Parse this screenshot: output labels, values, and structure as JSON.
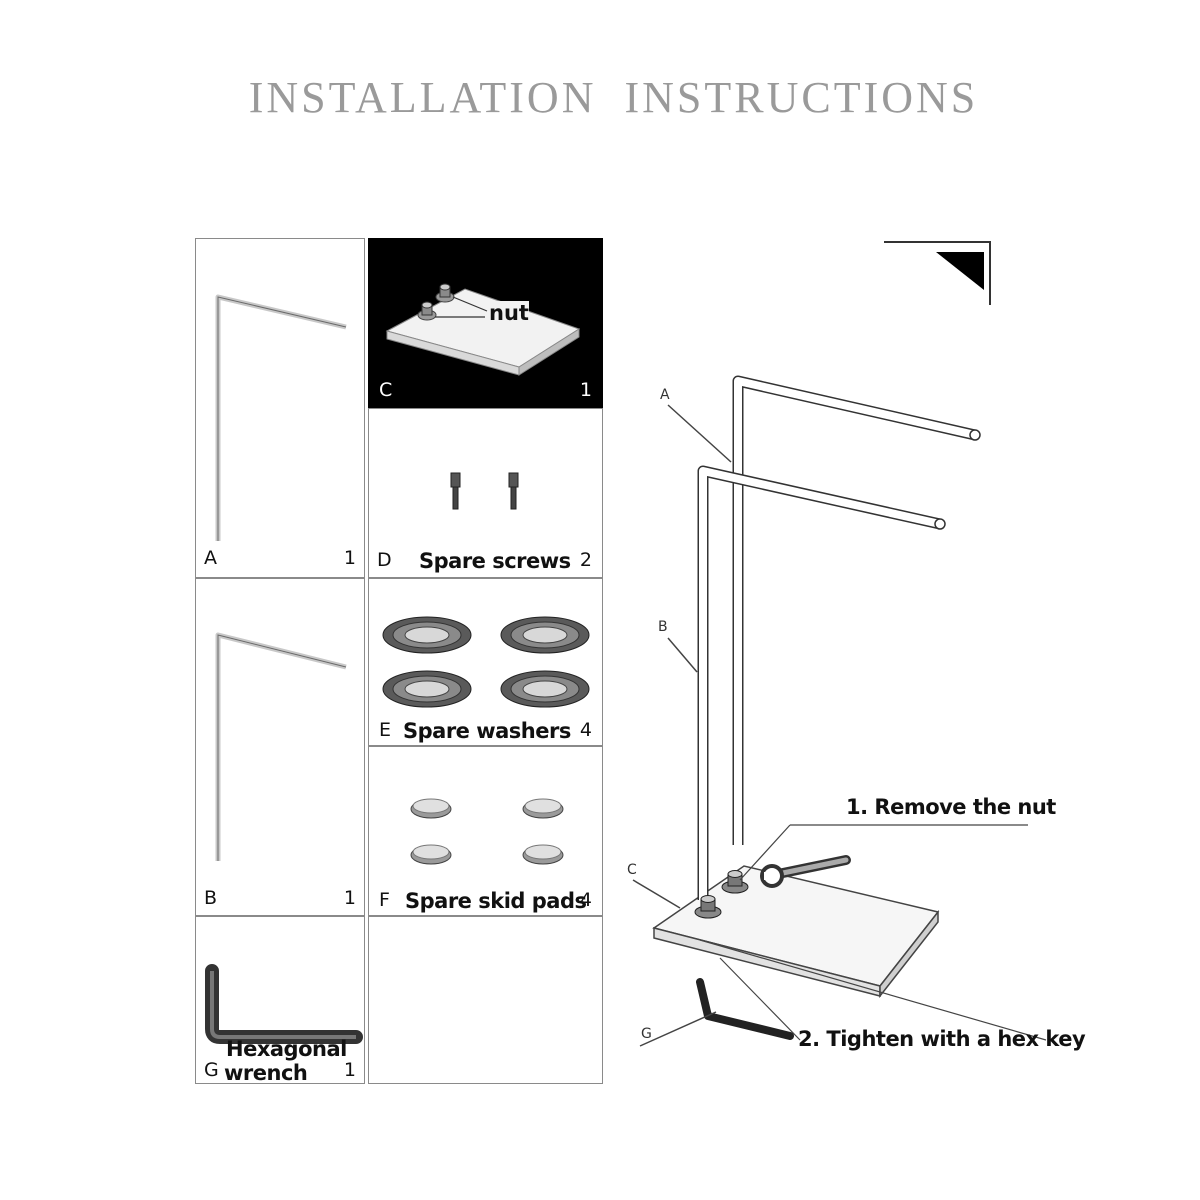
{
  "title": "INSTALLATION  INSTRUCTIONS",
  "parts": {
    "a": {
      "letter": "A",
      "qty": "1"
    },
    "b": {
      "letter": "B",
      "qty": "1"
    },
    "c": {
      "letter": "C",
      "qty": "1",
      "callout": "nut"
    },
    "d": {
      "letter": "D",
      "qty": "2",
      "caption": "Spare screws"
    },
    "e": {
      "letter": "E",
      "qty": "4",
      "caption": "Spare washers"
    },
    "f": {
      "letter": "F",
      "qty": "4",
      "caption": "Spare skid pads"
    },
    "g": {
      "letter": "G",
      "qty": "1",
      "caption_line1": "Hexagonal",
      "caption_line2": "wrench"
    }
  },
  "assembly": {
    "labels": {
      "a": "A",
      "b": "B",
      "c": "C",
      "g": "G"
    },
    "step1": "1. Remove the nut",
    "step2": "2. Tighten with a hex key"
  }
}
